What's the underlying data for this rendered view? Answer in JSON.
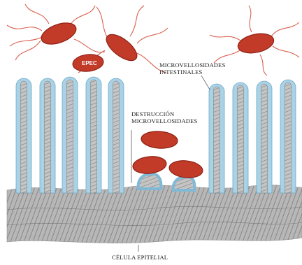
{
  "labels": {
    "epec": "EPEC",
    "microvilli": [
      "MICROVELLOSIDADES",
      "INTESTINALES"
    ],
    "destruction": [
      "DESTRUCCIÓN",
      "MICROVELLOSIDADES"
    ],
    "cell": "CÉLULA EPITELIAL"
  },
  "colors": {
    "bacteria": "#c23a28",
    "bacteria_dark": "#8e2216",
    "membrane": "#a9d2e6",
    "core": "#a8a8a8",
    "flagella": "#d9604f"
  }
}
